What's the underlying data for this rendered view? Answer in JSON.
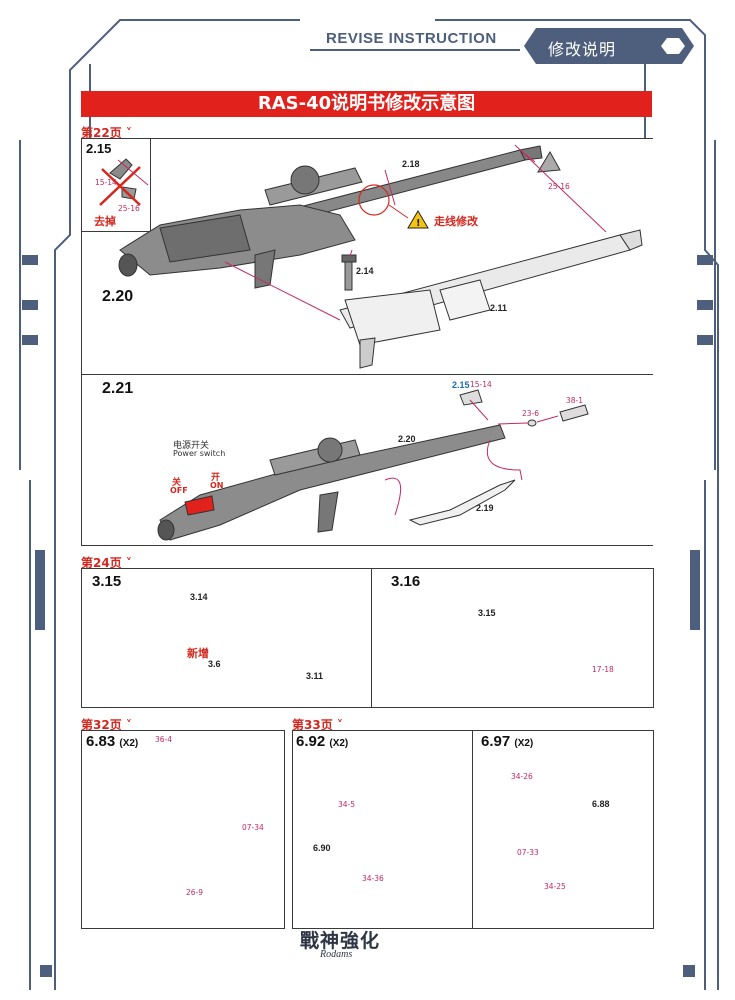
{
  "header": {
    "title": "REVISE INSTRUCTION",
    "cn_title": "修改说明"
  },
  "banner": "RAS-40说明书修改示意图",
  "section1": {
    "page_tag": "第22页",
    "inset": {
      "step": "2.15",
      "label_removed": "去掉",
      "parts": [
        "15-14",
        "25-16"
      ]
    },
    "step_main": "2.20",
    "parts": {
      "p218": "2.18",
      "p214": "2.14",
      "p211": "2.11",
      "p2516": "25-16"
    },
    "warning": "走线修改"
  },
  "section2": {
    "step": "2.21",
    "power_label_cn": "电源开关",
    "power_label_en": "Power switch",
    "off_cn": "关",
    "off_en": "OFF",
    "on_cn": "开",
    "on_en": "ON",
    "parts": {
      "p215": "2.15",
      "p1514": "15-14",
      "p381": "38-1",
      "p236": "23-6",
      "p220": "2.20",
      "p219": "2.19"
    }
  },
  "section3": {
    "page_tag": "第24页",
    "left": {
      "step": "3.15",
      "parts": {
        "p314": "3.14",
        "p36": "3.6",
        "p311": "3.11"
      },
      "new_label": "新增"
    },
    "right": {
      "step": "3.16",
      "parts": {
        "p315": "3.15",
        "p1718": "17-18"
      }
    }
  },
  "section4": {
    "page_tag": "第32页",
    "step": "6.83",
    "qty": "(X2)",
    "parts": {
      "p364": "36-4",
      "p0734": "07-34",
      "p269": "26-9"
    }
  },
  "section5": {
    "page_tag": "第33页",
    "left": {
      "step": "6.92",
      "qty": "(X2)",
      "parts": {
        "p345": "34-5",
        "p690": "6.90",
        "p3436": "34-36"
      }
    },
    "right": {
      "step": "6.97",
      "qty": "(X2)",
      "parts": {
        "p3426": "34-26",
        "p688": "6.88",
        "p0733": "07-33",
        "p3425": "34-25"
      }
    }
  },
  "footer": {
    "logo": "戰神強化",
    "logo_sub": "Rodams"
  },
  "colors": {
    "banner": "#e1211c",
    "frame": "#4d5f7c",
    "accent_red": "#d4281f",
    "part_pink": "#c42a5e"
  }
}
